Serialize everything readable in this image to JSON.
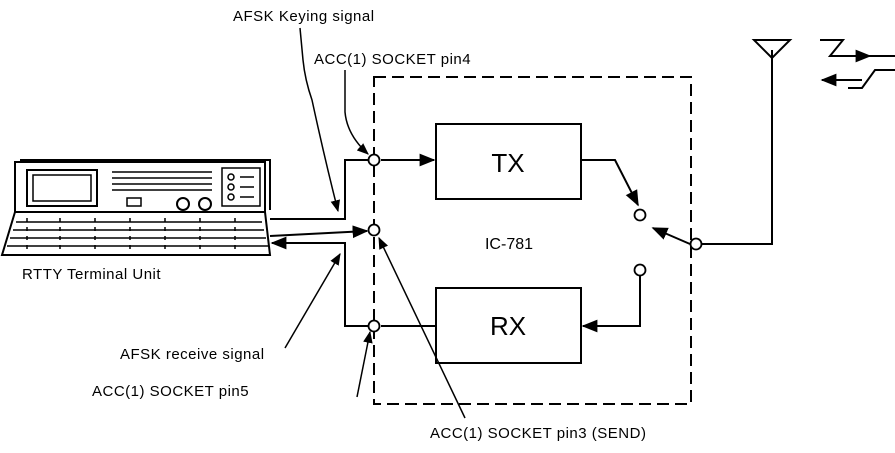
{
  "labels": {
    "afsk_keying": "AFSK Keying signal",
    "acc_pin4": "ACC(1) SOCKET pin4",
    "tx": "TX",
    "rx": "RX",
    "model": "IC-781",
    "terminal_unit": "RTTY Terminal Unit",
    "afsk_receive": "AFSK receive signal",
    "acc_pin5": "ACC(1) SOCKET pin5",
    "acc_pin3": "ACC(1) SOCKET pin3 (SEND)"
  }
}
